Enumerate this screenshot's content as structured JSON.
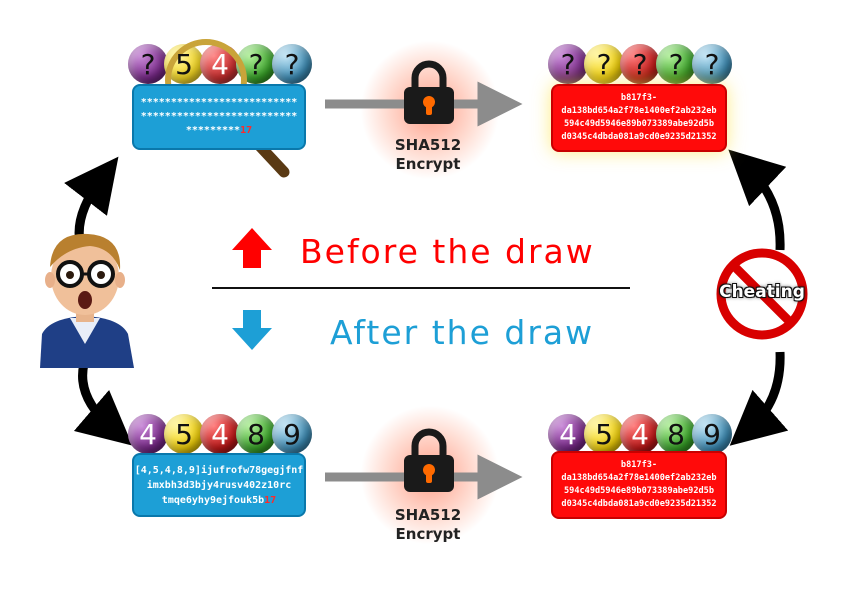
{
  "top_left": {
    "balls": [
      "?",
      "5",
      "4",
      "?",
      "?"
    ],
    "mask_lines": [
      "**************************",
      "**************************",
      "*********"
    ],
    "mask_suffix": "17"
  },
  "top_right": {
    "balls": [
      "?",
      "?",
      "?",
      "?",
      "?"
    ],
    "hash_lines": [
      "b817f3-",
      "da138bd654a2f78e1400ef2ab232eb",
      "594c49d5946e89b073389abe92d5b",
      "d0345c4dbda081a9cd0e9235d21352"
    ]
  },
  "bottom_left": {
    "balls": [
      "4",
      "5",
      "4",
      "8",
      "9"
    ],
    "seed_prefix": "[4,5,4,8,9]",
    "seed_line1": "ijufrofw78gegjfnf",
    "seed_line2": "imxbh3d3bjy4rusv402z10rc",
    "seed_line3": "tmqe6yhy9ejfouk5b",
    "seed_suffix": "17"
  },
  "bottom_right": {
    "balls": [
      "4",
      "5",
      "4",
      "8",
      "9"
    ],
    "hash_lines": [
      "b817f3-",
      "da138bd654a2f78e1400ef2ab232eb",
      "594c49d5946e89b073389abe92d5b",
      "d0345c4dbda081a9cd0e9235d21352"
    ]
  },
  "encrypt_label": {
    "line1": "SHA512",
    "line2": "Encrypt"
  },
  "before_label": "Before the draw",
  "after_label": "After the draw",
  "cheating_label": "Cheating",
  "colors": {
    "before": "#ff0000",
    "after": "#1d9fd6",
    "ball_colors": [
      "#7a2a8a",
      "#f2d10a",
      "#c01818",
      "#3aa52a",
      "#3f8fb8"
    ]
  }
}
